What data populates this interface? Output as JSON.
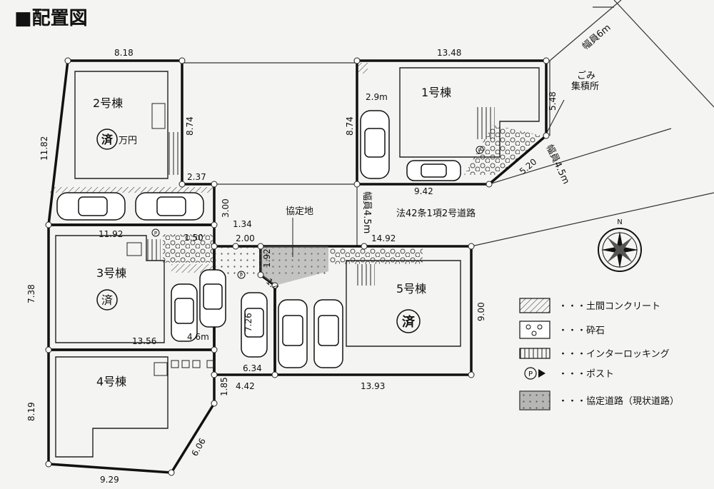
{
  "title": "■配置図",
  "buildings": {
    "b1": "1号棟",
    "b2": "2号棟",
    "b3": "3号棟",
    "b4": "4号棟",
    "b5": "5号棟"
  },
  "sold_mark": "済",
  "price_unit": "万円",
  "dimensions": {
    "d_818": "8.18",
    "d_1348": "13.48",
    "d_1182": "11.82",
    "d_874a": "8.74",
    "d_237": "2.37",
    "d_300": "3.00",
    "d_874b": "8.74",
    "d_29m": "2.9m",
    "d_548": "5.48",
    "d_520": "5.20",
    "d_942": "9.42",
    "d_1192": "11.92",
    "d_150": "1.50",
    "d_134": "1.34",
    "d_200": "2.00",
    "d_192": "1.92",
    "d_1492": "14.92",
    "d_738": "7.38",
    "d_1356": "13.56",
    "d_46m": "4.6m",
    "d_726": "7.26",
    "d_634": "6.34",
    "d_442": "4.42",
    "d_1393": "13.93",
    "d_900": "9.00",
    "d_185": "1.85",
    "d_819": "8.19",
    "d_606": "6.06",
    "d_929": "9.29",
    "d_14": "1.4"
  },
  "labels": {
    "road_width_6m": "幅員6m",
    "garbage": "ごみ",
    "garbage2": "集積所",
    "road_width_45a": "幅員4.5m",
    "road_width_45b": "幅員4.5m",
    "road_law": "法42条1項2号道路",
    "agreement_land": "協定地"
  },
  "legend": [
    {
      "text": "・・・土間コンクリート"
    },
    {
      "text": "・・・砕石"
    },
    {
      "text": "・・・インターロッキング"
    },
    {
      "text": "・・・ポスト"
    },
    {
      "text": "・・・協定道路（現状道路）"
    }
  ],
  "post_mark": "P",
  "compass_north": "N"
}
